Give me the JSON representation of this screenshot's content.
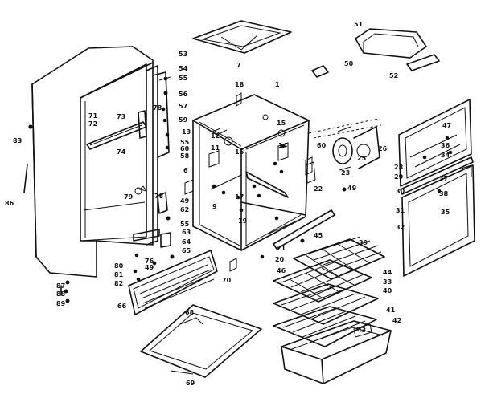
{
  "labels": [
    {
      "id": "l53",
      "text": "53"
    },
    {
      "id": "l54",
      "text": "54"
    },
    {
      "id": "l55a",
      "text": "55"
    },
    {
      "id": "l56a",
      "text": "56"
    },
    {
      "id": "l57",
      "text": "57"
    },
    {
      "id": "l78a",
      "text": "78"
    },
    {
      "id": "l59",
      "text": "59"
    },
    {
      "id": "l13",
      "text": "13"
    },
    {
      "id": "l55b",
      "text": "55"
    },
    {
      "id": "l60",
      "text": "60"
    },
    {
      "id": "l58",
      "text": "58"
    },
    {
      "id": "l73",
      "text": "73"
    },
    {
      "id": "l71",
      "text": "71"
    },
    {
      "id": "l72",
      "text": "72"
    },
    {
      "id": "l74",
      "text": "74"
    },
    {
      "id": "l83",
      "text": "83"
    },
    {
      "id": "l86",
      "text": "86"
    },
    {
      "id": "l79",
      "text": "79"
    },
    {
      "id": "l78b",
      "text": "78"
    },
    {
      "id": "l49a",
      "text": "49"
    },
    {
      "id": "l62",
      "text": "62"
    },
    {
      "id": "l55c",
      "text": "55"
    },
    {
      "id": "l63",
      "text": "63"
    },
    {
      "id": "l64",
      "text": "64"
    },
    {
      "id": "l65",
      "text": "65"
    },
    {
      "id": "l76",
      "text": "76"
    },
    {
      "id": "l49b",
      "text": "49"
    },
    {
      "id": "l80",
      "text": "80"
    },
    {
      "id": "l81",
      "text": "81"
    },
    {
      "id": "l82",
      "text": "82"
    },
    {
      "id": "l66",
      "text": "66"
    },
    {
      "id": "l87",
      "text": "87"
    },
    {
      "id": "l88",
      "text": "88"
    },
    {
      "id": "l89",
      "text": "89"
    },
    {
      "id": "l70",
      "text": "70"
    },
    {
      "id": "l68",
      "text": "68"
    },
    {
      "id": "l69",
      "text": "69"
    },
    {
      "id": "l7",
      "text": "7"
    },
    {
      "id": "l18",
      "text": "18"
    },
    {
      "id": "l1",
      "text": "1"
    },
    {
      "id": "l12",
      "text": "12"
    },
    {
      "id": "l11",
      "text": "11"
    },
    {
      "id": "l16",
      "text": "16"
    },
    {
      "id": "l14",
      "text": "14"
    },
    {
      "id": "l15",
      "text": "15"
    },
    {
      "id": "l6",
      "text": "6"
    },
    {
      "id": "l9",
      "text": "9"
    },
    {
      "id": "l17",
      "text": "17"
    },
    {
      "id": "l19",
      "text": "19"
    },
    {
      "id": "l20",
      "text": "20"
    },
    {
      "id": "l21",
      "text": "21"
    },
    {
      "id": "l22",
      "text": "22"
    },
    {
      "id": "l23",
      "text": "23"
    },
    {
      "id": "l25",
      "text": "25"
    },
    {
      "id": "l26",
      "text": "26"
    },
    {
      "id": "l60b",
      "text": "60"
    },
    {
      "id": "l49c",
      "text": "49"
    },
    {
      "id": "l50",
      "text": "50"
    },
    {
      "id": "l51",
      "text": "51"
    },
    {
      "id": "l52",
      "text": "52"
    },
    {
      "id": "l45",
      "text": "45"
    },
    {
      "id": "l39",
      "text": "39"
    },
    {
      "id": "l44",
      "text": "44"
    },
    {
      "id": "l46",
      "text": "46"
    },
    {
      "id": "l40",
      "text": "40"
    },
    {
      "id": "l41",
      "text": "41"
    },
    {
      "id": "l42",
      "text": "42"
    },
    {
      "id": "l43",
      "text": "43"
    },
    {
      "id": "l33",
      "text": "33"
    },
    {
      "id": "l47",
      "text": "47"
    },
    {
      "id": "l36",
      "text": "36"
    },
    {
      "id": "l34",
      "text": "34"
    },
    {
      "id": "l28",
      "text": "28"
    },
    {
      "id": "l37",
      "text": "37"
    },
    {
      "id": "l29",
      "text": "29"
    },
    {
      "id": "l30",
      "text": "30"
    },
    {
      "id": "l38",
      "text": "38"
    },
    {
      "id": "l31",
      "text": "31"
    },
    {
      "id": "l35",
      "text": "35"
    },
    {
      "id": "l32",
      "text": "32"
    }
  ]
}
